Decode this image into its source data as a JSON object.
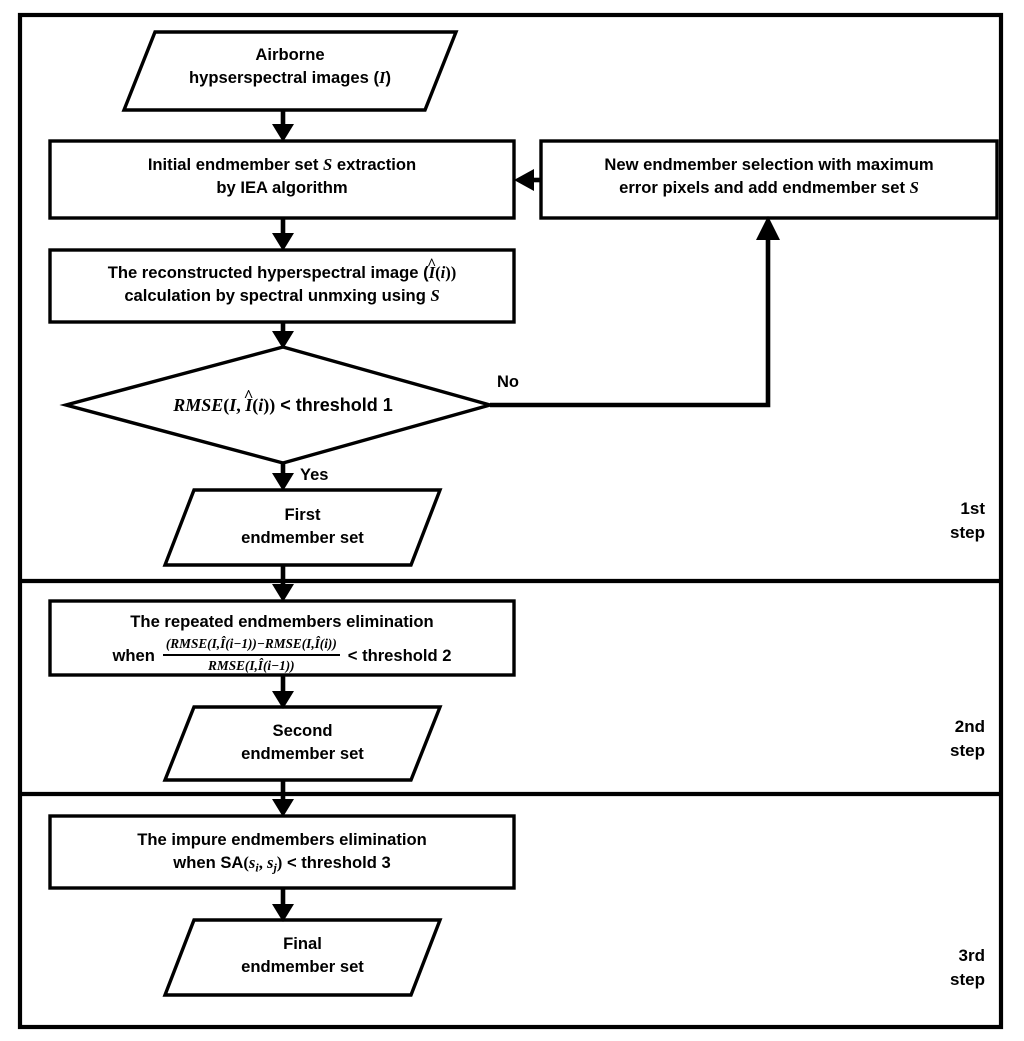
{
  "diagram": {
    "title": "Endmember extraction workflow",
    "type": "flowchart",
    "stroke_color": "#000000",
    "fill_color": "#ffffff"
  },
  "nodes": {
    "input_images": {
      "shape": "parallelogram",
      "line1": "Airborne",
      "line2_a": "hypserspectral images (",
      "line2_sym": "I",
      "line2_b": ")"
    },
    "initial_extraction": {
      "shape": "rectangle",
      "line1_a": "Initial endmember set ",
      "line1_sym": "S",
      "line1_b": " extraction",
      "line2": "by IEA algorithm"
    },
    "new_endmember": {
      "shape": "rectangle",
      "line1": "New endmember selection with maximum",
      "line2_a": "error pixels and add endmember set ",
      "line2_sym": "S"
    },
    "reconstruct": {
      "shape": "rectangle",
      "line1_a": "The reconstructed hyperspectral image (",
      "line1_hat": "I",
      "line1_b": "(",
      "line1_i": "i",
      "line1_c": "))",
      "line2_a": "calculation by spectral unmxing using ",
      "line2_sym": "S"
    },
    "decision_rmse": {
      "shape": "diamond",
      "expr_fn": "RMSE",
      "expr_args_open": "(",
      "expr_arg1": "I",
      "expr_comma": ", ",
      "expr_hat": "I",
      "expr_i_open": "(",
      "expr_i": "i",
      "expr_close": "))",
      "expr_cmp": " < threshold 1"
    },
    "first_set": {
      "shape": "parallelogram",
      "line1": "First",
      "line2": "endmember set"
    },
    "repeated_elim": {
      "shape": "rectangle",
      "line1": "The repeated endmembers elimination",
      "line2_when": "when",
      "frac_num": "(RMSE(I,Î(i−1))−RMSE(I,Î(i))",
      "frac_den": "RMSE(I,Î(i−1))",
      "line2_cmp": "< threshold 2"
    },
    "second_set": {
      "shape": "parallelogram",
      "line1": "Second",
      "line2": "endmember set"
    },
    "impure_elim": {
      "shape": "rectangle",
      "line1": "The impure endmembers elimination",
      "line2_when": "when SA",
      "line2_args": "(s_i, s_j)",
      "line2_cmp": " < threshold 3"
    },
    "final_set": {
      "shape": "parallelogram",
      "line1": "Final",
      "line2": "endmember set"
    }
  },
  "edge_labels": {
    "no": "No",
    "yes": "Yes"
  },
  "steps": [
    {
      "id": "step1",
      "line1": "1st",
      "line2": "step"
    },
    {
      "id": "step2",
      "line1": "2nd",
      "line2": "step"
    },
    {
      "id": "step3",
      "line1": "3rd",
      "line2": "step"
    }
  ]
}
